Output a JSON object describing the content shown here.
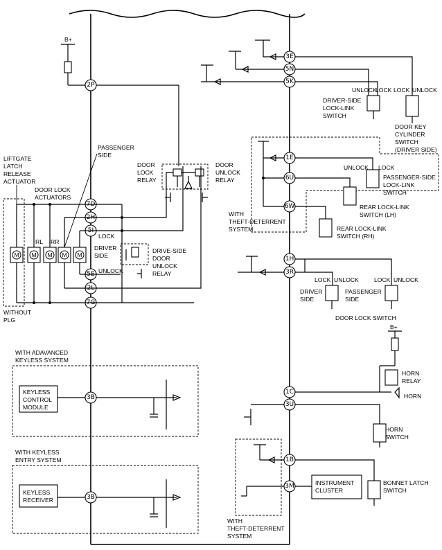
{
  "connectors": {
    "c2P": "2P",
    "c7D": "7D",
    "c2H": "2H",
    "c5I": "5I",
    "c5E": "5E",
    "c2L": "2L",
    "c7G": "7G",
    "c3B_top": "3B",
    "c3B_bot": "3B",
    "c3E": "3E",
    "c5N": "5N",
    "c5K": "5K",
    "c1E": "1E",
    "c6U": "6U",
    "c6W": "6W",
    "c1H": "1H",
    "c3R": "3R",
    "c1C": "1C",
    "c3U": "3U",
    "c1B": "1B",
    "c3M": "3M"
  },
  "labels": {
    "bplus_left": "B+",
    "bplus_right": "B+",
    "liftgate": [
      "LIFTGATE",
      "LATCH",
      "RELEASE",
      "ACTUATOR"
    ],
    "door_lock_actuators": [
      "DOOR LOCK",
      "ACTUATORS"
    ],
    "passenger_side": [
      "PASSENGER",
      "SIDE"
    ],
    "driver_side": [
      "DRIVER",
      "SIDE"
    ],
    "actuator_tags": [
      "RL",
      "RR"
    ],
    "actuator_m": "M",
    "door_lock_relay": [
      "DOOR",
      "LOCK",
      "RELAY"
    ],
    "door_unlock_relay": [
      "DOOR",
      "UNLOCK",
      "RELAY"
    ],
    "drive_side_unlock_relay": [
      "DRIVE-SIDE",
      "DOOR",
      "UNLOCK",
      "RELAY"
    ],
    "lock": "LOCK",
    "unlock": "UNLOCK",
    "without_plg": [
      "WITHOUT",
      "PLG"
    ],
    "with_theft_top": [
      "WITH",
      "THEFT-DETERRENT",
      "SYSTEM"
    ],
    "with_theft_bottom": [
      "WITH",
      "THEFT-DETERRENT",
      "SYSTEM"
    ],
    "driver_lock_link": [
      "DRIVER-SIDE",
      "LOCK-LINK",
      "SWITCH"
    ],
    "door_key_cyl": [
      "DOOR KEY",
      "CYLINDER",
      "SWITCH",
      "(DRIVER SIDE)"
    ],
    "passenger_lock_link": [
      "PASSENGER-SIDE",
      "LOCK-LINK",
      "SWITCH"
    ],
    "rear_lh": [
      "REAR LOCK-LINK",
      "SWITCH (LH)"
    ],
    "rear_rh": [
      "REAR LOCK-LINK",
      "SWITCH (RH)"
    ],
    "dls_driver": [
      "DRIVER",
      "SIDE"
    ],
    "dls_passenger": [
      "PASSENGER",
      "SIDE"
    ],
    "door_lock_switch": "DOOR LOCK SWITCH",
    "horn_relay": [
      "HORN",
      "RELAY"
    ],
    "horn": "HORN",
    "horn_switch": [
      "HORN",
      "SWITCH"
    ],
    "bonnet_latch": [
      "BONNET LATCH",
      "SWITCH"
    ],
    "instrument_cluster": [
      "INSTRUMENT",
      "CLUSTER"
    ],
    "with_advanced_keyless": [
      "WITH ADAVANCED",
      "KEYLESS SYSTEM"
    ],
    "keyless_control_module": [
      "KEYLESS",
      "CONTROL",
      "MODULE"
    ],
    "with_keyless_entry": [
      "WITH KEYLESS",
      "ENTRY SYSTEM"
    ],
    "keyless_receiver": [
      "KEYLESS",
      "RECEIVER"
    ]
  }
}
